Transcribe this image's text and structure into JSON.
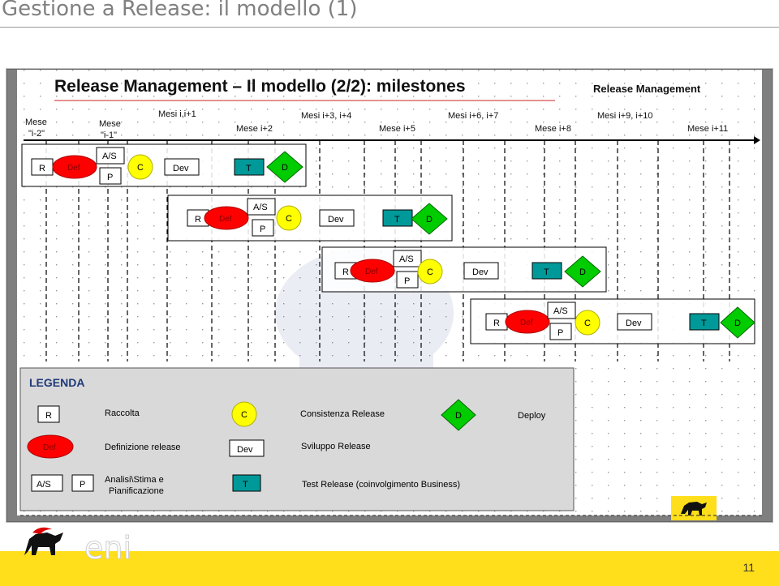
{
  "slide": {
    "title": "Gestione a Release: il modello (1)",
    "page_number": "11",
    "logo_text": "eni"
  },
  "diagram": {
    "title": "Release Management – Il modello (2/2): milestones",
    "brand_label": "Release Management",
    "timeline": {
      "labels_top": [
        "Mesi i,i+1",
        "Mesi i+3, i+4",
        "Mesi i+6, i+7",
        "Mesi i+9, i+10"
      ],
      "labels_bottom": [
        "Mese\n\"i-2\"",
        "Mese\n\"i-1\"",
        "Mese i+2",
        "Mese i+5",
        "Mese i+8",
        "Mese i+11"
      ]
    },
    "boxes": {
      "R": "R",
      "Def": "Def",
      "AS": "A/S",
      "P": "P",
      "C": "C",
      "Dev": "Dev",
      "T": "T",
      "D": "D"
    },
    "legend": {
      "title": "LEGENDA",
      "raccolta": "Raccolta",
      "consistenza": "Consistenza Release",
      "deploy": "Deploy",
      "definizione": "Definizione release",
      "sviluppo": "Sviluppo Release",
      "analisi_line1": "Analisi\\Stima e",
      "analisi_line2": "Pianificazione",
      "test": "Test Release (coinvolgimento Business)"
    },
    "colors": {
      "red_oval": "#ff0000",
      "yellow_circle": "#ffff00",
      "teal_box": "#009999",
      "green_diamond": "#00cc00",
      "legend_bg": "#d9d9d9",
      "footer_yellow": "#ffdf1b"
    }
  }
}
